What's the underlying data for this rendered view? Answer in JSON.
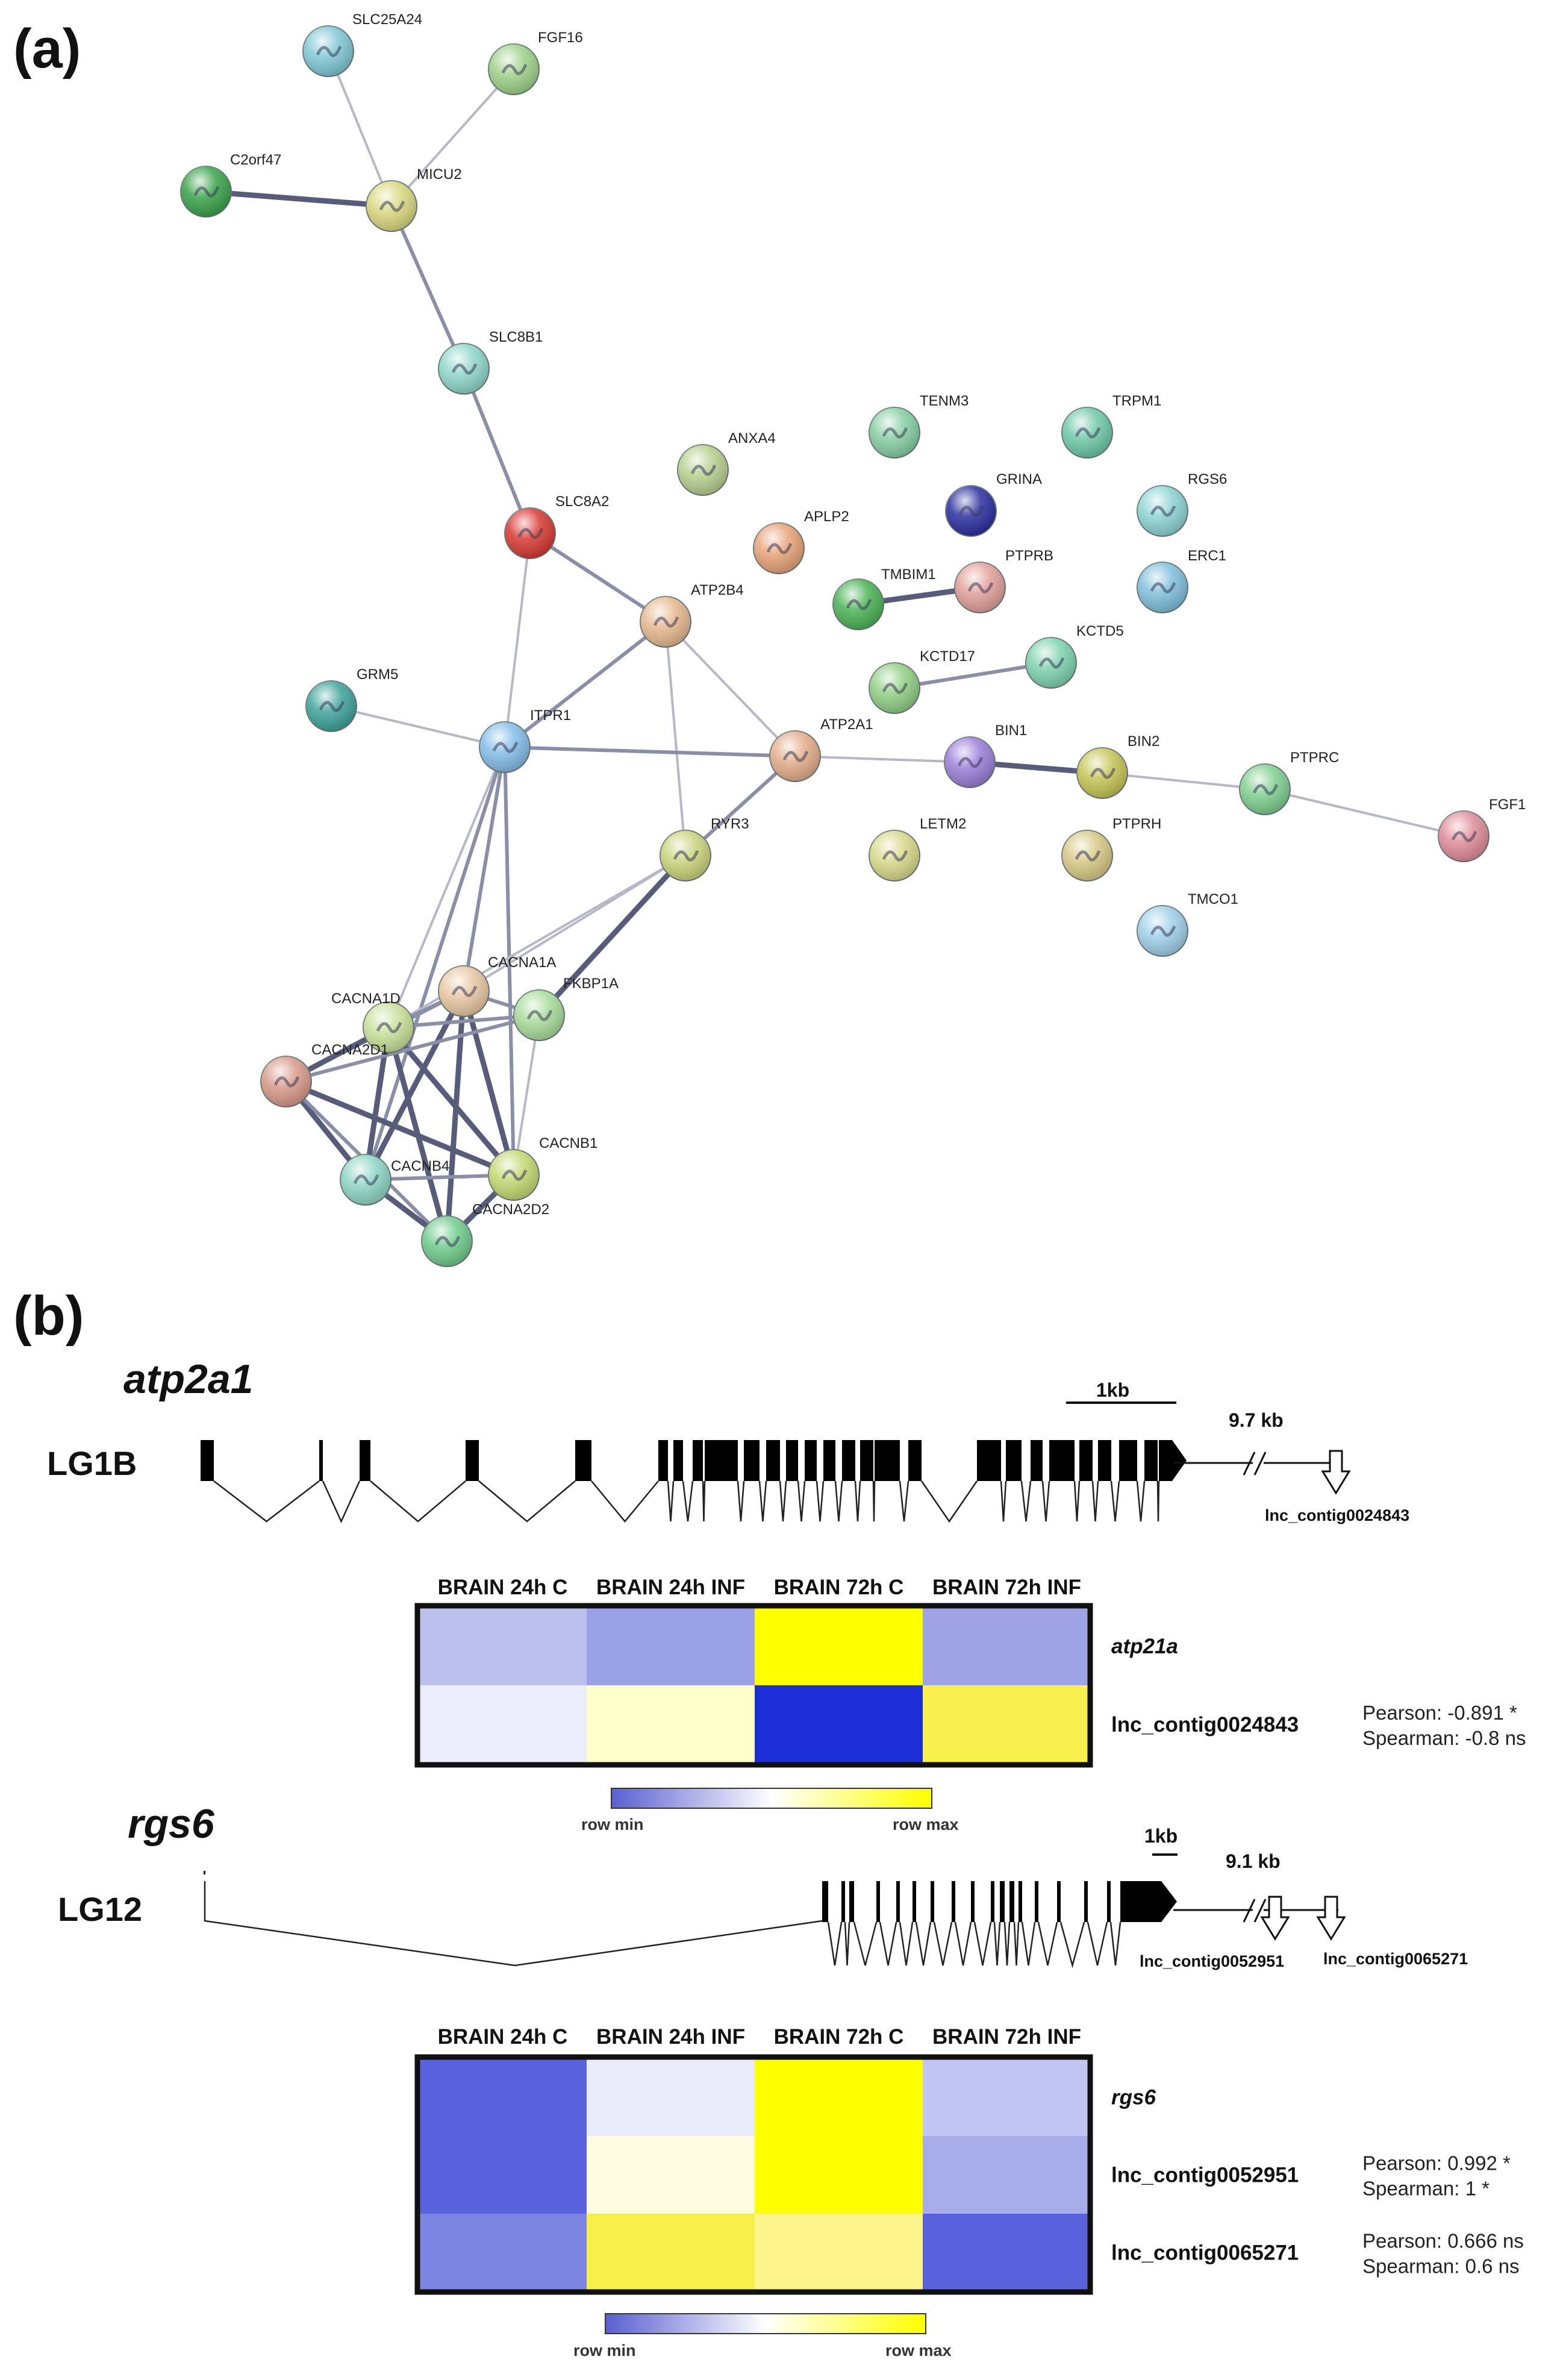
{
  "panel_a": {
    "label": "(a)",
    "nodes": [
      {
        "id": "SLC25A24",
        "color": "#7fc8d6"
      },
      {
        "id": "FGF16",
        "color": "#9fd28a"
      },
      {
        "id": "C2orf47",
        "color": "#39a34a"
      },
      {
        "id": "MICU2",
        "color": "#d9d87f"
      },
      {
        "id": "SLC8B1",
        "color": "#8ed6c9"
      },
      {
        "id": "ANXA4",
        "color": "#b7cf8f"
      },
      {
        "id": "TENM3",
        "color": "#86cfa3"
      },
      {
        "id": "TRPM1",
        "color": "#6ec9a8"
      },
      {
        "id": "GRINA",
        "color": "#2b2f9e"
      },
      {
        "id": "RGS6",
        "color": "#8dd4d4"
      },
      {
        "id": "SLC8A2",
        "color": "#d83a34"
      },
      {
        "id": "APLP2",
        "color": "#e8a378"
      },
      {
        "id": "PTPRB",
        "color": "#e2a09a"
      },
      {
        "id": "TMBIM1",
        "color": "#4bb356"
      },
      {
        "id": "ERC1",
        "color": "#7fbfdc"
      },
      {
        "id": "ATP2B4",
        "color": "#e6b98f"
      },
      {
        "id": "KCTD5",
        "color": "#7ed3b0"
      },
      {
        "id": "KCTD17",
        "color": "#90cf84"
      },
      {
        "id": "GRM5",
        "color": "#3fa39c"
      },
      {
        "id": "ITPR1",
        "color": "#84bde8"
      },
      {
        "id": "ATP2A1",
        "color": "#e3ad8a"
      },
      {
        "id": "BIN1",
        "color": "#9b7fd8"
      },
      {
        "id": "BIN2",
        "color": "#c6c455"
      },
      {
        "id": "PTPRC",
        "color": "#7fcf8f"
      },
      {
        "id": "FGF1",
        "color": "#e08d9a"
      },
      {
        "id": "RYR3",
        "color": "#c9d47a"
      },
      {
        "id": "LETM2",
        "color": "#d9d98a"
      },
      {
        "id": "PTPRH",
        "color": "#d8c985"
      },
      {
        "id": "TMCO1",
        "color": "#9fd0e8"
      },
      {
        "id": "CACNA1A",
        "color": "#e8c8a2"
      },
      {
        "id": "CACNA1D",
        "color": "#c9e09a"
      },
      {
        "id": "FKBP1A",
        "color": "#a9dc9a"
      },
      {
        "id": "CACNA2D1",
        "color": "#d89a8a"
      },
      {
        "id": "CACNB4",
        "color": "#8ed6c4"
      },
      {
        "id": "CACNB1",
        "color": "#c4d872"
      },
      {
        "id": "CACNA2D2",
        "color": "#6fcc8c"
      }
    ],
    "edges": [
      [
        "SLC25A24",
        "MICU2",
        "weak"
      ],
      [
        "FGF16",
        "MICU2",
        "weak"
      ],
      [
        "C2orf47",
        "MICU2",
        "strong"
      ],
      [
        "MICU2",
        "SLC8B1",
        "medium"
      ],
      [
        "SLC8B1",
        "SLC8A2",
        "medium"
      ],
      [
        "SLC8A2",
        "ATP2B4",
        "medium"
      ],
      [
        "SLC8A2",
        "ITPR1",
        "weak"
      ],
      [
        "ATP2B4",
        "ITPR1",
        "medium"
      ],
      [
        "ATP2B4",
        "ATP2A1",
        "weak"
      ],
      [
        "ATP2B4",
        "RYR3",
        "weak"
      ],
      [
        "GRM5",
        "ITPR1",
        "weak"
      ],
      [
        "ITPR1",
        "ATP2A1",
        "medium"
      ],
      [
        "ATP2A1",
        "BIN1",
        "weak"
      ],
      [
        "ATP2A1",
        "RYR3",
        "medium"
      ],
      [
        "BIN1",
        "BIN2",
        "strong"
      ],
      [
        "BIN2",
        "PTPRC",
        "weak"
      ],
      [
        "PTPRC",
        "FGF1",
        "weak"
      ],
      [
        "TMBIM1",
        "PTPRB",
        "strong"
      ],
      [
        "KCTD17",
        "KCTD5",
        "medium"
      ],
      [
        "ITPR1",
        "CACNA1A",
        "medium"
      ],
      [
        "ITPR1",
        "CACNA1D",
        "weak"
      ],
      [
        "ITPR1",
        "CACNB1",
        "medium"
      ],
      [
        "ITPR1",
        "CACNB4",
        "medium"
      ],
      [
        "RYR3",
        "FKBP1A",
        "strong"
      ],
      [
        "RYR3",
        "CACNA1D",
        "weak"
      ],
      [
        "RYR3",
        "CACNA1A",
        "weak"
      ],
      [
        "CACNA1A",
        "FKBP1A",
        "medium"
      ],
      [
        "CACNA1A",
        "CACNA1D",
        "medium"
      ],
      [
        "CACNA1A",
        "CACNB4",
        "strong"
      ],
      [
        "CACNA1A",
        "CACNB1",
        "strong"
      ],
      [
        "CACNA1A",
        "CACNA2D2",
        "strong"
      ],
      [
        "CACNA1A",
        "CACNA2D1",
        "medium"
      ],
      [
        "CACNA1D",
        "CACNA2D1",
        "strong"
      ],
      [
        "CACNA1D",
        "CACNB4",
        "strong"
      ],
      [
        "CACNA1D",
        "CACNB1",
        "strong"
      ],
      [
        "CACNA1D",
        "CACNA2D2",
        "strong"
      ],
      [
        "CACNA1D",
        "FKBP1A",
        "medium"
      ],
      [
        "FKBP1A",
        "CACNA2D1",
        "medium"
      ],
      [
        "FKBP1A",
        "CACNB1",
        "weak"
      ],
      [
        "CACNA2D1",
        "CACNB4",
        "strong"
      ],
      [
        "CACNA2D1",
        "CACNB1",
        "strong"
      ],
      [
        "CACNA2D1",
        "CACNA2D2",
        "medium"
      ],
      [
        "CACNB4",
        "CACNB1",
        "medium"
      ],
      [
        "CACNB4",
        "CACNA2D2",
        "strong"
      ],
      [
        "CACNB1",
        "CACNA2D2",
        "strong"
      ]
    ]
  },
  "panel_b": {
    "label": "(b)",
    "gene1": {
      "name": "atp2a1",
      "chromosome": "LG1B",
      "scale_label": "1kb",
      "distance_label": "9.7 kb",
      "lnc_labels": [
        "lnc_contig0024843"
      ]
    },
    "heatmap1": {
      "columns": [
        "BRAIN 24h C",
        "BRAIN 24h INF",
        "BRAIN 72h C",
        "BRAIN 72h INF"
      ],
      "rows": [
        {
          "label": "atp21a",
          "italic": true,
          "values": [
            0.35,
            0.2,
            1.0,
            0.22
          ],
          "colors": [
            "#bcc0ec",
            "#9ba1e6",
            "#ffff00",
            "#9fa4e6"
          ],
          "pearson_label": "",
          "spearman_label": ""
        },
        {
          "label": "lnc_contig0024843",
          "italic": false,
          "values": [
            0.45,
            0.6,
            0.0,
            0.95
          ],
          "colors": [
            "#ecedfa",
            "#ffffcc",
            "#1c2fd6",
            "#f7f04d"
          ],
          "pearson_label": "Pearson: -0.891 *",
          "spearman_label": "Spearman: -0.8 ns"
        }
      ],
      "legend_min": "row min",
      "legend_max": "row max"
    },
    "gene2": {
      "name": "rgs6",
      "chromosome": "LG12",
      "scale_label": "1kb",
      "distance_label": "9.1 kb",
      "lnc_labels": [
        "lnc_contig0052951",
        "lnc_contig0065271"
      ]
    },
    "heatmap2": {
      "columns": [
        "BRAIN 24h C",
        "BRAIN 24h INF",
        "BRAIN 72h C",
        "BRAIN 72h INF"
      ],
      "rows": [
        {
          "label": "rgs6",
          "italic": true,
          "values": [
            0.0,
            0.45,
            1.0,
            0.3
          ],
          "colors": [
            "#5a63dc",
            "#eaebfa",
            "#ffff00",
            "#c3c6f0"
          ],
          "pearson_label": "",
          "spearman_label": ""
        },
        {
          "label": "lnc_contig0052951",
          "italic": false,
          "values": [
            0.0,
            0.55,
            1.0,
            0.2
          ],
          "colors": [
            "#5a63dc",
            "#fffbe0",
            "#ffff00",
            "#a8ace9"
          ],
          "pearson_label": "Pearson: 0.992 *",
          "spearman_label": "Spearman: 1 *"
        },
        {
          "label": "lnc_contig0065271",
          "italic": false,
          "values": [
            0.1,
            0.9,
            0.75,
            0.0
          ],
          "colors": [
            "#7d85e2",
            "#f8f04a",
            "#fbf58c",
            "#5961dc"
          ],
          "pearson_label": "Pearson: 0.666 ns",
          "spearman_label": "Spearman: 0.6 ns"
        }
      ],
      "legend_min": "row min",
      "legend_max": "row max"
    }
  }
}
